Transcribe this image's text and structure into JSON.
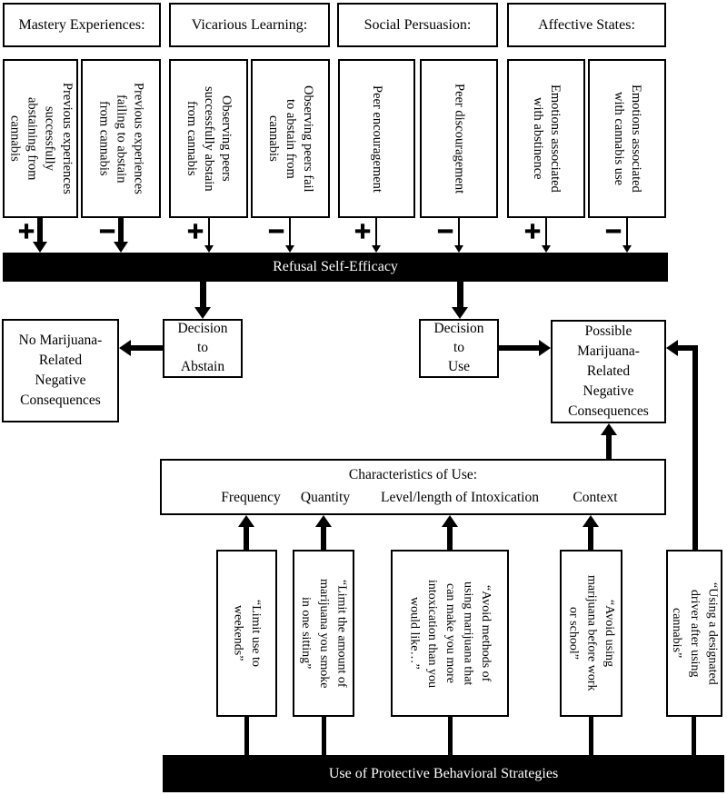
{
  "colors": {
    "ink": "#000000",
    "paper": "#ffffff"
  },
  "categories": [
    {
      "label": "Mastery Experiences:"
    },
    {
      "label": "Vicarious Learning:"
    },
    {
      "label": "Social Persuasion:"
    },
    {
      "label": "Affective States:"
    }
  ],
  "antecedents": [
    {
      "text": "Previous experiences\nsuccessfully\nabstaining from\ncannabis",
      "sign": "+"
    },
    {
      "text": "Previous experiences\nfailing to abstain\nfrom cannabis",
      "sign": "−"
    },
    {
      "text": "Observing peers\nsuccessfully abstain\nfrom cannabis",
      "sign": "+"
    },
    {
      "text": "Observing peers fail\nto abstain from\ncannabis",
      "sign": "−"
    },
    {
      "text": "Peer encouragement",
      "sign": "+"
    },
    {
      "text": "Peer discouragement",
      "sign": "−"
    },
    {
      "text": "Emotions associated\nwith abstinence",
      "sign": "+"
    },
    {
      "text": "Emotions associated\nwith cannabis use",
      "sign": "−"
    }
  ],
  "refusal_bar": "Refusal Self-Efficacy",
  "decision_abstain": "Decision\nto\nAbstain",
  "decision_use": "Decision\nto\nUse",
  "no_consequences": "No Marijuana-\nRelated\nNegative\nConsequences",
  "possible_consequences": "Possible\nMarijuana-\nRelated\nNegative\nConsequences",
  "characteristics": {
    "title": "Characteristics of Use:",
    "items": [
      "Frequency",
      "Quantity",
      "Level/length of Intoxication",
      "Context"
    ]
  },
  "strategies": [
    "“Limit use to\nweekends”",
    "“Limit the amount of\nmarijuana you smoke\nin one sitting”",
    "“Avoid methods of\nusing marijuana that\ncan make you more\nintoxication than you\nwould like…”",
    "“Avoid using\nmarijuana before work\nor school”",
    "“Using a designated\ndriver after using\ncannabis”"
  ],
  "pbs_bar": "Use of Protective Behavioral Strategies"
}
